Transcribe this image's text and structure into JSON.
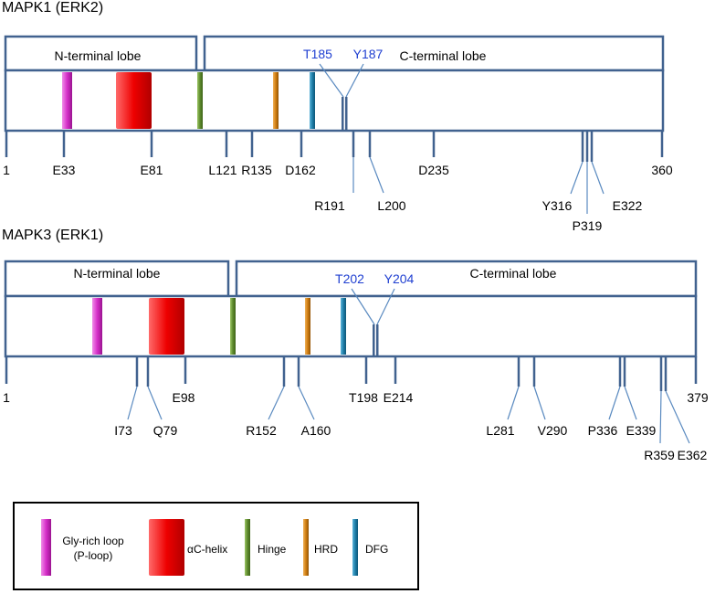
{
  "colors": {
    "frame": "#41628f",
    "leader": "#5a8ac0",
    "phospho_site": "#1f3fd1",
    "gly_rich_loop": "#d62fc8",
    "ac_helix": "#ee0000",
    "hinge": "#5e8a2d",
    "hrd": "#d07d10",
    "dfg": "#1e7ea8"
  },
  "panels": [
    {
      "id": "mapk1",
      "title": "MAPK1 (ERK2)",
      "n_lobe_label": "N-terminal lobe",
      "c_lobe_label": "C-terminal lobe",
      "phospho_sites": [
        "T185",
        "Y187"
      ],
      "start_label": "1",
      "end_label": "360",
      "domain_markers": [
        "gly_rich_loop",
        "ac_helix",
        "hinge",
        "hrd",
        "dfg"
      ],
      "residues": [
        "E33",
        "E81",
        "L121",
        "R135",
        "D162",
        "R191",
        "L200",
        "D235",
        "Y316",
        "P319",
        "E322"
      ]
    },
    {
      "id": "mapk3",
      "title": "MAPK3 (ERK1)",
      "n_lobe_label": "N-terminal lobe",
      "c_lobe_label": "C-terminal lobe",
      "phospho_sites": [
        "T202",
        "Y204"
      ],
      "start_label": "1",
      "end_label": "379",
      "domain_markers": [
        "gly_rich_loop",
        "ac_helix",
        "hinge",
        "hrd",
        "dfg"
      ],
      "residues": [
        "I73",
        "Q79",
        "E98",
        "R152",
        "A160",
        "T198",
        "E214",
        "L281",
        "V290",
        "P336",
        "E339",
        "R359",
        "E362"
      ]
    }
  ],
  "legend": {
    "items": [
      {
        "key": "gly_rich_loop",
        "label_line1": "Gly-rich loop",
        "label_line2": "(P-loop)"
      },
      {
        "key": "ac_helix",
        "label_line1": "αC-helix",
        "label_line2": ""
      },
      {
        "key": "hinge",
        "label_line1": "Hinge",
        "label_line2": ""
      },
      {
        "key": "hrd",
        "label_line1": "HRD",
        "label_line2": ""
      },
      {
        "key": "dfg",
        "label_line1": "DFG",
        "label_line2": ""
      }
    ]
  }
}
